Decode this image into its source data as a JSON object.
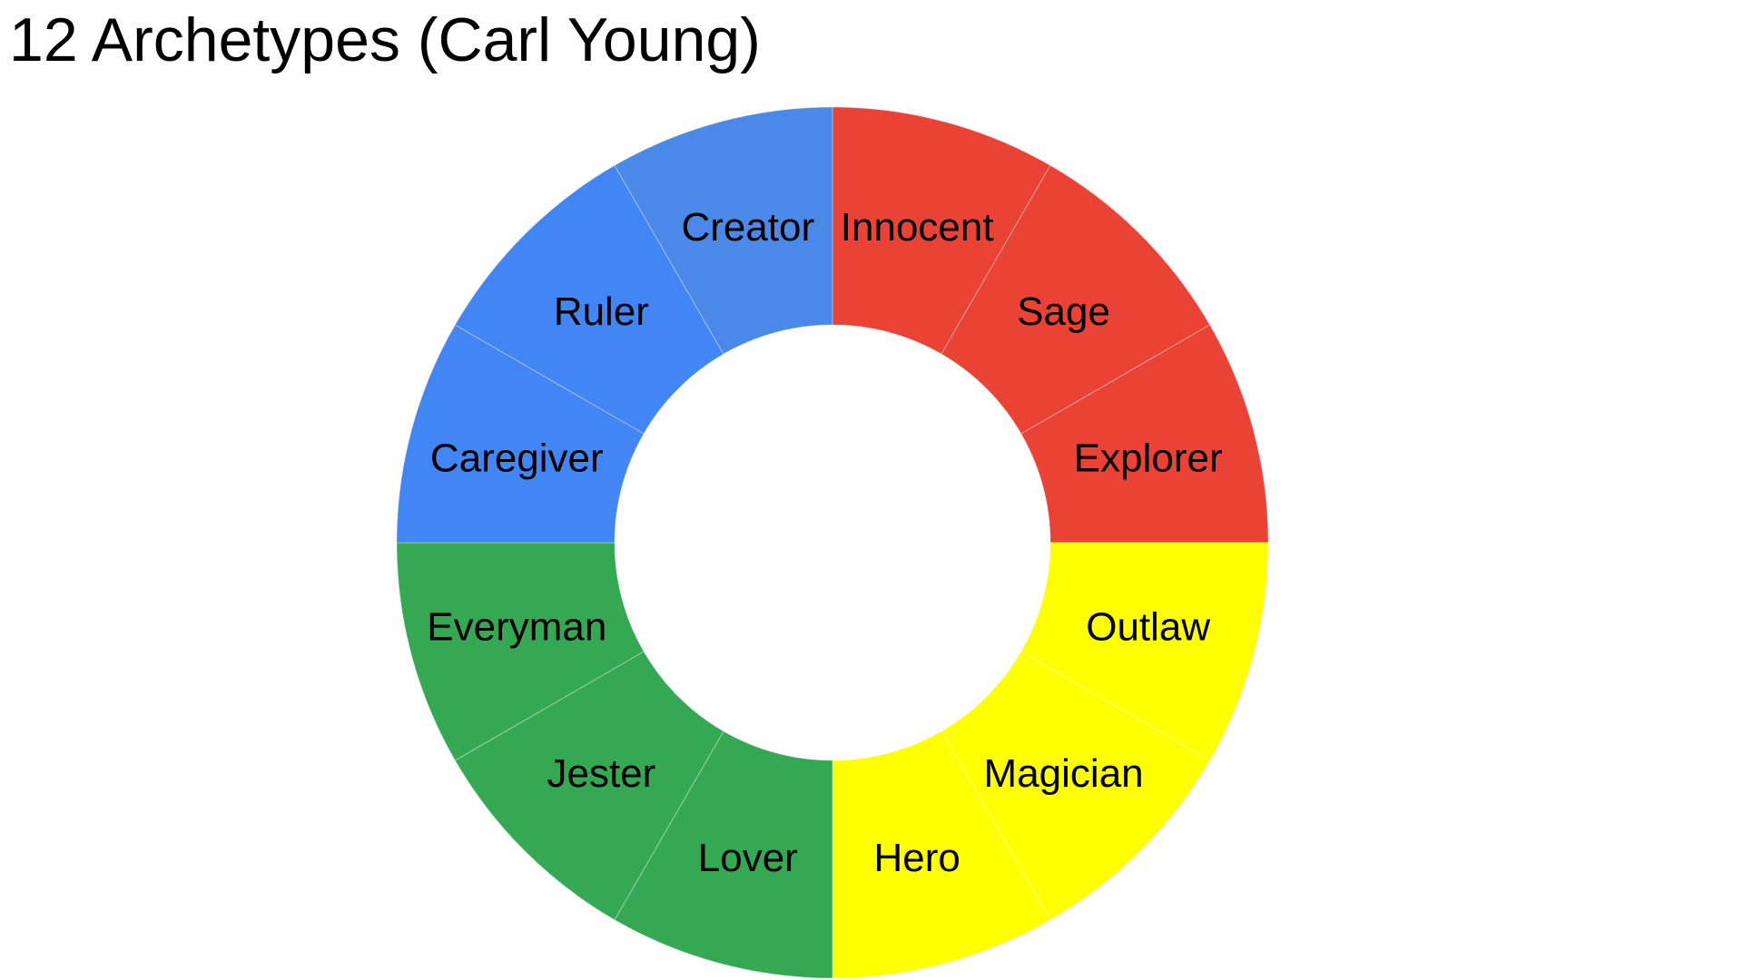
{
  "chart_data": {
    "type": "pie",
    "title": "12 Archetypes (Carl Young)",
    "donut": true,
    "start": "top",
    "direction": "clockwise",
    "categories": [
      "Innocent",
      "Sage",
      "Explorer",
      "Outlaw",
      "Magician",
      "Hero",
      "Lover",
      "Jester",
      "Everyman",
      "Caregiver",
      "Ruler",
      "Creator"
    ],
    "values": [
      1,
      1,
      1,
      1,
      1,
      1,
      1,
      1,
      1,
      1,
      1,
      1
    ],
    "colors": [
      "#EA4335",
      "#EA4335",
      "#EA4335",
      "#FFFF00",
      "#FFFF00",
      "#FFFF00",
      "#34A853",
      "#34A853",
      "#34A853",
      "#4285F4",
      "#4285F4",
      "#4A89E8"
    ]
  }
}
